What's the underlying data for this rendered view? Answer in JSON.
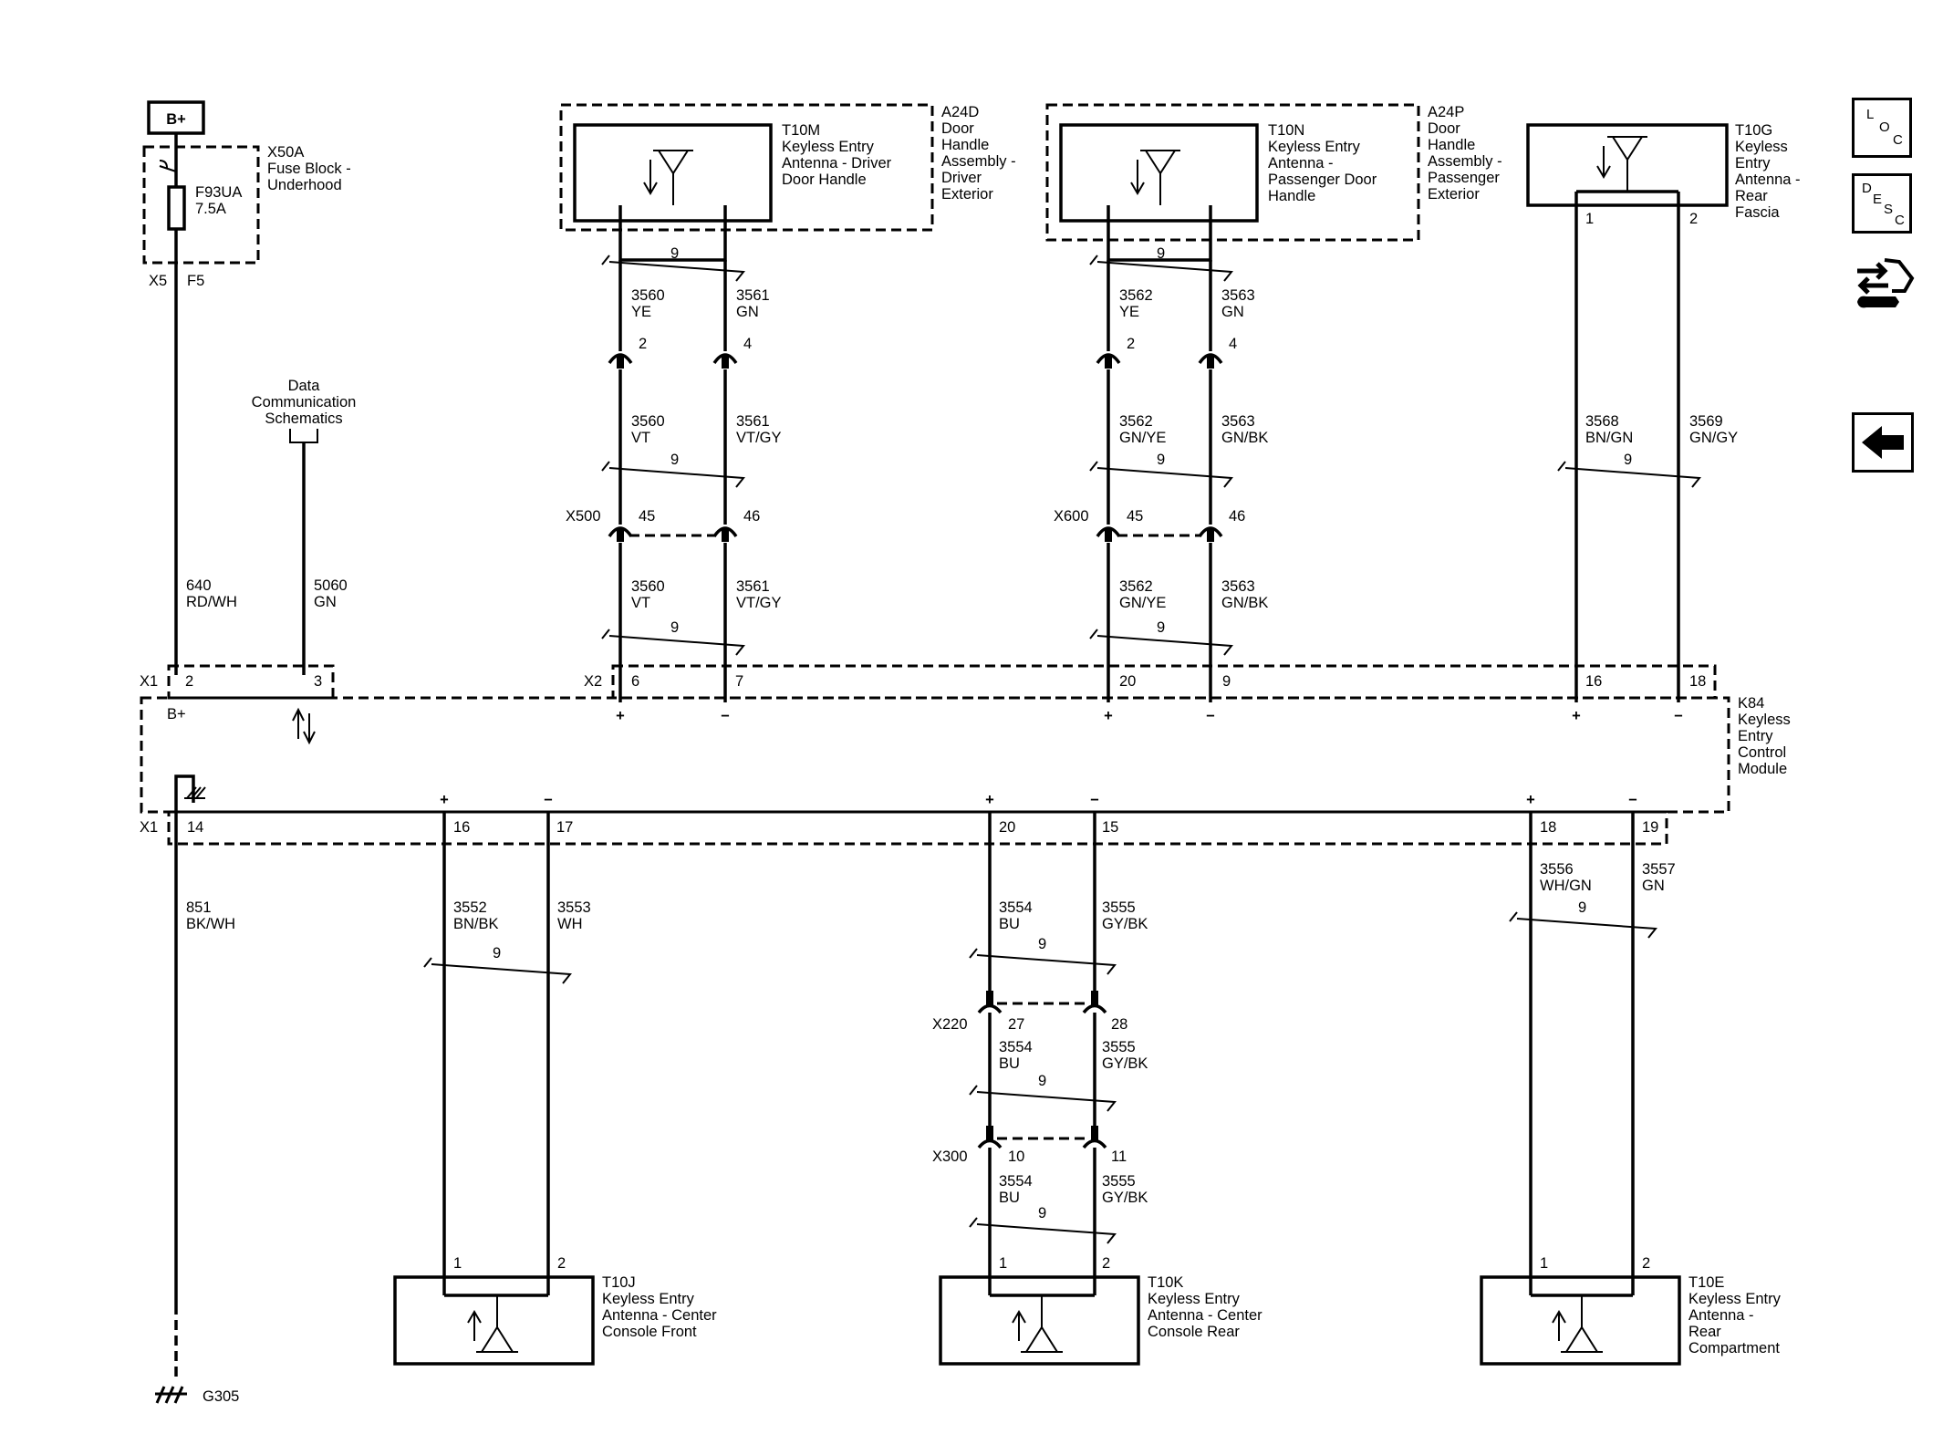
{
  "power": {
    "label": "B+"
  },
  "fuse_block": {
    "id": "X50A",
    "desc": [
      "Fuse Block -",
      "Underhood"
    ],
    "fuse_id": "F93UA",
    "fuse_rating": "7.5A",
    "conn": "X5",
    "pin": "F5"
  },
  "data_comm": {
    "lines": [
      "Data",
      "Communication",
      "Schematics"
    ]
  },
  "wires_left": {
    "b_circuit": "640",
    "b_color": "RD/WH",
    "d_circuit": "5060",
    "d_color": "GN",
    "g_circuit": "851",
    "g_color": "BK/WH"
  },
  "ground": {
    "id": "G305"
  },
  "a24d": {
    "id": "A24D",
    "desc": [
      "Door",
      "Handle",
      "Assembly -",
      "Driver",
      "Exterior"
    ]
  },
  "t10m": {
    "id": "T10M",
    "desc": [
      "Keyless Entry",
      "Antenna - Driver",
      "Door Handle"
    ]
  },
  "a24p": {
    "id": "A24P",
    "desc": [
      "Door",
      "Handle",
      "Assembly -",
      "Passenger",
      "Exterior"
    ]
  },
  "t10n": {
    "id": "T10N",
    "desc": [
      "Keyless Entry",
      "Antenna -",
      "Passenger Door",
      "Handle"
    ]
  },
  "t10g": {
    "id": "T10G",
    "desc": [
      "Keyless",
      "Entry",
      "Antenna -",
      "Rear",
      "Fascia"
    ],
    "pins": [
      "1",
      "2"
    ]
  },
  "twist": "9",
  "driver_wires": {
    "p_top": "2",
    "n_top": "4",
    "s1": [
      "3560",
      "YE",
      "3561",
      "GN"
    ],
    "s2": [
      "3560",
      "VT",
      "3561",
      "VT/GY"
    ],
    "s3": [
      "3560",
      "VT",
      "3561",
      "VT/GY"
    ],
    "conn": "X500",
    "p_mid": "45",
    "n_mid": "46"
  },
  "pass_wires": {
    "p_top": "2",
    "n_top": "4",
    "s1": [
      "3562",
      "YE",
      "3563",
      "GN"
    ],
    "s2": [
      "3562",
      "GN/YE",
      "3563",
      "GN/BK"
    ],
    "s3": [
      "3562",
      "GN/YE",
      "3563",
      "GN/BK"
    ],
    "conn": "X600",
    "p_mid": "45",
    "n_mid": "46"
  },
  "rear_top_wires": {
    "s1": [
      "3568",
      "BN/GN",
      "3569",
      "GN/GY"
    ]
  },
  "module": {
    "id": "K84",
    "desc": [
      "Keyless",
      "Entry",
      "Control",
      "Module"
    ],
    "x1": "X1",
    "x2": "X2",
    "bplus": "B+"
  },
  "top_pins": {
    "b": "2",
    "d": "3",
    "dl_p": "6",
    "dl_n": "7",
    "pl_p": "20",
    "pl_n": "9",
    "rf_p": "16",
    "rf_n": "18"
  },
  "bottom_pins": {
    "g": "14",
    "cf_p": "16",
    "cf_n": "17",
    "cr_p": "20",
    "cr_n": "15",
    "rc_p": "18",
    "rc_n": "19"
  },
  "symbols": {
    "plus": "+",
    "minus": "−"
  },
  "console_front_wires": {
    "s1": [
      "3552",
      "BN/BK",
      "3553",
      "WH"
    ]
  },
  "console_rear_wires": {
    "s1": [
      "3554",
      "BU",
      "3555",
      "GY/BK"
    ],
    "s2": [
      "3554",
      "BU",
      "3555",
      "GY/BK"
    ],
    "s3": [
      "3554",
      "BU",
      "3555",
      "GY/BK"
    ],
    "x220": "X220",
    "x220_p": "27",
    "x220_n": "28",
    "x300": "X300",
    "x300_p": "10",
    "x300_n": "11"
  },
  "rear_comp_wires": {
    "s1": [
      "3556",
      "WH/GN",
      "3557",
      "GN"
    ]
  },
  "t10j": {
    "id": "T10J",
    "desc": [
      "Keyless Entry",
      "Antenna - Center",
      "Console Front"
    ],
    "pins": [
      "1",
      "2"
    ]
  },
  "t10k": {
    "id": "T10K",
    "desc": [
      "Keyless Entry",
      "Antenna - Center",
      "Console Rear"
    ],
    "pins": [
      "1",
      "2"
    ]
  },
  "t10e": {
    "id": "T10E",
    "desc": [
      "Keyless Entry",
      "Antenna -",
      "Rear",
      "Compartment"
    ],
    "pins": [
      "1",
      "2"
    ]
  },
  "sidebar": {
    "loc": [
      "L",
      "O",
      "C"
    ],
    "desc": [
      "D",
      "E",
      "S",
      "C"
    ],
    "icon_names": [
      "loc-button",
      "desc-button",
      "tools-icon",
      "back-arrow-icon"
    ]
  }
}
